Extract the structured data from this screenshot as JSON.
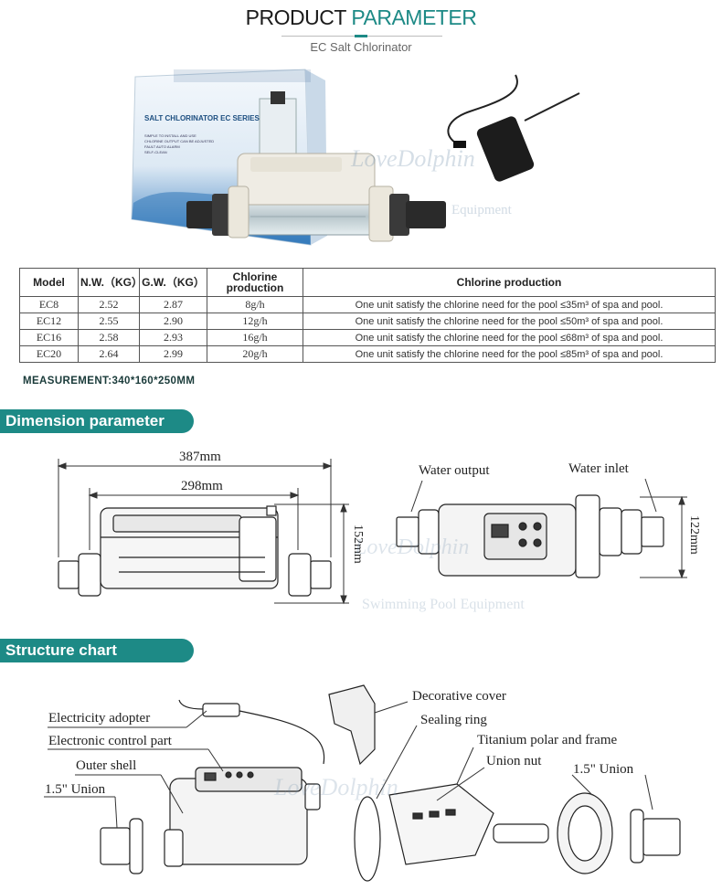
{
  "header": {
    "title_part1": "PRODUCT",
    "title_part2": "PARAMETER",
    "subtitle": "EC Salt Chlorinator"
  },
  "product_box": {
    "box_title": "SALT CHLORINATOR EC SERIES",
    "features": [
      "SIMPLE TO INSTALL AND USE",
      "CHLORINE OUTPUT CAN BE ADJUSTED",
      "FAULT AUTO ALARM",
      "SELF-CLEAN"
    ]
  },
  "watermark": {
    "brand": "LoveDolphin",
    "tagline_1": "Equipment",
    "tagline_2": "Swimming Pool Equipment"
  },
  "spec_table": {
    "headers": [
      "Model",
      "N.W.（KG）",
      "G.W.（KG）",
      "Chlorine production",
      "Chlorine production"
    ],
    "rows": [
      [
        "EC8",
        "2.52",
        "2.87",
        "8g/h",
        "One unit satisfy the chlorine need for the pool ≤35m³ of spa and pool."
      ],
      [
        "EC12",
        "2.55",
        "2.90",
        "12g/h",
        "One unit satisfy the chlorine need for the pool ≤50m³ of spa and pool."
      ],
      [
        "EC16",
        "2.58",
        "2.93",
        "16g/h",
        "One unit satisfy the chlorine need for the pool ≤68m³ of spa and pool."
      ],
      [
        "EC20",
        "2.64",
        "2.99",
        "20g/h",
        "One unit satisfy the chlorine need for the pool ≤85m³ of  spa and pool."
      ]
    ]
  },
  "measurement": "MEASUREMENT:340*160*250MM",
  "sections": {
    "dimension_title": "Dimension parameter",
    "structure_title": "Structure chart"
  },
  "dimensions": {
    "overall_length": "387mm",
    "body_length": "298mm",
    "side_height": "152mm",
    "top_height": "122mm",
    "water_output": "Water output",
    "water_inlet": "Water inlet"
  },
  "structure": {
    "electricity_adopter": "Electricity adopter",
    "electronic_control": "Electronic control part",
    "outer_shell": "Outer shell",
    "union_left": "1.5\" Union",
    "decorative_cover": "Decorative cover",
    "sealing_ring": "Sealing ring",
    "titanium": "Titanium polar and frame",
    "union_nut": "Union nut",
    "union_right": "1.5\" Union"
  }
}
